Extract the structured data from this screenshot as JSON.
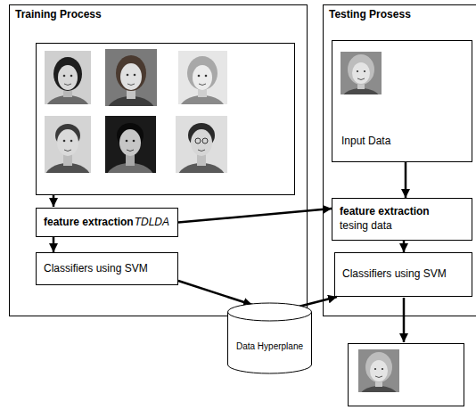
{
  "diagram": {
    "nodes": [
      {
        "text": [
          "Training Process"
        ]
      },
      {
        "text": [
          "feature extraction",
          "TDLDA"
        ],
        "in": 0
      },
      {
        "text": [
          "Classifiers using SVM"
        ],
        "in": 0
      },
      {
        "text": [
          "Testing Prosess"
        ]
      },
      {
        "text": [
          "Input Data"
        ],
        "in": 3
      },
      {
        "text": [
          "feature extraction",
          "tesing data"
        ],
        "in": 3
      },
      {
        "text": [
          "Classifiers using  SVM"
        ],
        "in": 3
      },
      {
        "text": [
          "Data Hyperplane"
        ]
      }
    ],
    "edges": [
      {
        "from": 1,
        "to": 2,
        "arrow": "to"
      },
      {
        "from": 1,
        "to": 5,
        "arrow": "to"
      },
      {
        "from": 4,
        "to": 5,
        "arrow": "to"
      },
      {
        "from": 5,
        "to": 6,
        "arrow": "to"
      },
      {
        "from": 2,
        "to": 7,
        "arrow": "to"
      },
      {
        "from": 7,
        "to": 6,
        "arrow": "to"
      }
    ]
  }
}
